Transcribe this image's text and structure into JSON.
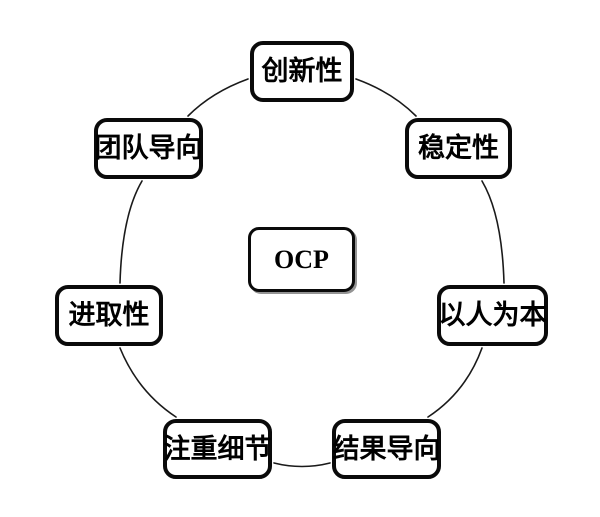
{
  "diagram": {
    "title_node": {
      "label": "OCP",
      "name": "center-node"
    },
    "type": "cycle-diagram",
    "node_count": 8,
    "colors": {
      "background": "#ffffff",
      "border": "#0a0a0a",
      "text": "#000000",
      "connector": "#1a1a1a"
    },
    "nodes": [
      {
        "id": "innovation",
        "label": "创新性",
        "position": "top"
      },
      {
        "id": "stability",
        "label": "稳定性",
        "position": "top-right"
      },
      {
        "id": "people-first",
        "label": "以人为本",
        "position": "right"
      },
      {
        "id": "results",
        "label": "结果导向",
        "position": "bottom-right"
      },
      {
        "id": "detail",
        "label": "注重细节",
        "position": "bottom-left"
      },
      {
        "id": "aggressive",
        "label": "进取性",
        "position": "left"
      },
      {
        "id": "team",
        "label": "团队导向",
        "position": "top-left"
      }
    ]
  }
}
